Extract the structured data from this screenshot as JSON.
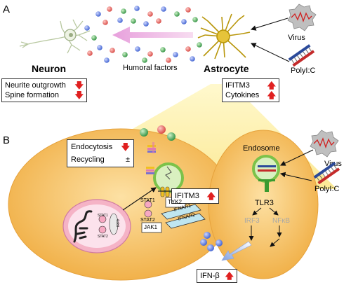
{
  "panel_a": {
    "label": "A",
    "neuron_title": "Neuron",
    "astrocyte_title": "Astrocyte",
    "humoral": "Humoral factors",
    "virus": "Virus",
    "polyic": "PolyI:C",
    "neuron_effects": [
      {
        "text": "Neurite outgrowth",
        "arrow": "down"
      },
      {
        "text": "Spine formation",
        "arrow": "down"
      }
    ],
    "astro_effects": [
      {
        "text": "IFITM3",
        "arrow": "up"
      },
      {
        "text": "Cytokines",
        "arrow": "up"
      }
    ]
  },
  "panel_b": {
    "label": "B",
    "endocytosis": "Endocytosis",
    "recycling": "Recycling",
    "recycling_sign": "±",
    "ifitm3": "IFITM3",
    "endosome": "Endosome",
    "tlr3": "TLR3",
    "irf3": "IRF3",
    "nfkb": "NFκB",
    "virus": "Virus",
    "polyic": "PolyI:C",
    "ifnb": "IFN-β",
    "tyk2": "TYK2",
    "jak1": "JAK1",
    "ifnar1": "IFNAR1",
    "ifnar2": "IFNAR2",
    "stat1": "STAT1",
    "stat2": "STAT2",
    "irf9": "IRF9"
  },
  "colors": {
    "cell": "#f2b44d",
    "red_arrow": "#e02020",
    "dot_red": "#d9534f",
    "dot_blue": "#4a6fd8",
    "dot_green": "#3a9a4a",
    "nucleus": "#f5b3c6"
  }
}
